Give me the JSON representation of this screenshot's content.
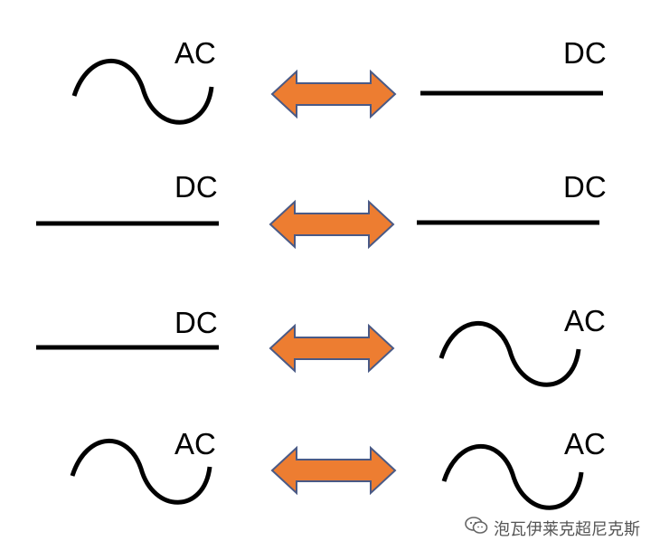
{
  "colors": {
    "arrow_fill": "#ED7D31",
    "arrow_stroke": "#4A5A86",
    "line": "#000000"
  },
  "rows": [
    {
      "left": {
        "kind": "AC",
        "label": "AC"
      },
      "right": {
        "kind": "DC",
        "label": "DC"
      },
      "arrow_icon": "double-arrow-icon"
    },
    {
      "left": {
        "kind": "DC",
        "label": "DC"
      },
      "right": {
        "kind": "DC",
        "label": "DC"
      },
      "arrow_icon": "double-arrow-icon"
    },
    {
      "left": {
        "kind": "DC",
        "label": "DC"
      },
      "right": {
        "kind": "AC",
        "label": "AC"
      },
      "arrow_icon": "double-arrow-icon"
    },
    {
      "left": {
        "kind": "AC",
        "label": "AC"
      },
      "right": {
        "kind": "AC",
        "label": "AC"
      },
      "arrow_icon": "double-arrow-icon"
    }
  ],
  "watermark": {
    "icon": "wechat-icon",
    "text": "泡瓦伊莱克超尼克斯"
  }
}
